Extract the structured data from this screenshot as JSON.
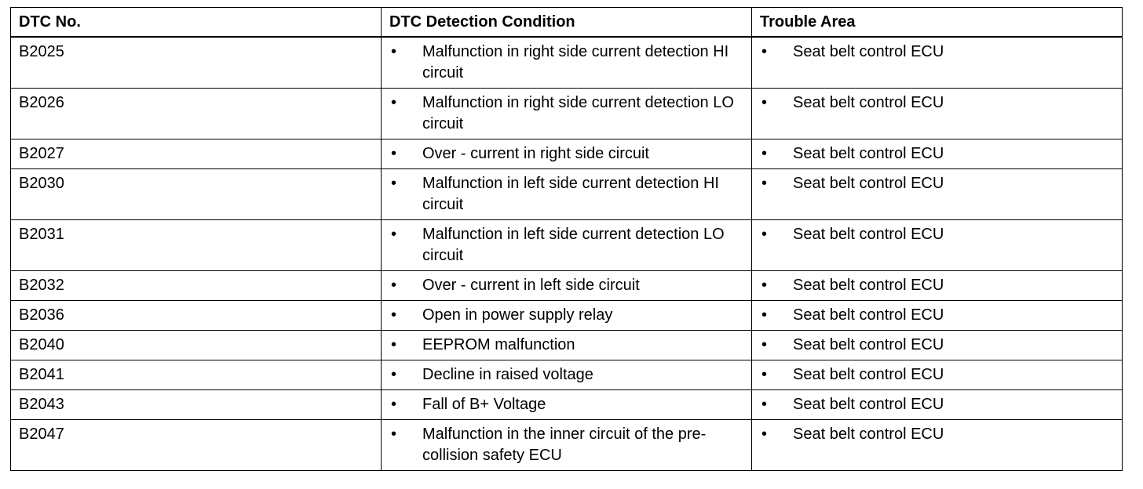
{
  "table": {
    "headers": [
      "DTC No.",
      "DTC Detection Condition",
      "Trouble Area"
    ],
    "rows": [
      {
        "code": "B2025",
        "condition": "Malfunction in right side current detection HI circuit",
        "area": "Seat belt control ECU"
      },
      {
        "code": "B2026",
        "condition": "Malfunction in right side current detection LO circuit",
        "area": "Seat belt control ECU"
      },
      {
        "code": "B2027",
        "condition": "Over - current in right side circuit",
        "area": "Seat belt control ECU"
      },
      {
        "code": "B2030",
        "condition": "Malfunction in left side current detection HI circuit",
        "area": "Seat belt control ECU"
      },
      {
        "code": "B2031",
        "condition": "Malfunction in left side current detection LO circuit",
        "area": "Seat belt control ECU"
      },
      {
        "code": "B2032",
        "condition": "Over - current in left side circuit",
        "area": "Seat belt control ECU"
      },
      {
        "code": "B2036",
        "condition": "Open in power supply relay",
        "area": "Seat belt control ECU"
      },
      {
        "code": "B2040",
        "condition": "EEPROM malfunction",
        "area": "Seat belt control ECU"
      },
      {
        "code": "B2041",
        "condition": "Decline in raised voltage",
        "area": "Seat belt control ECU"
      },
      {
        "code": "B2043",
        "condition": "Fall of B+ Voltage",
        "area": "Seat belt control ECU"
      },
      {
        "code": "B2047",
        "condition": "Malfunction in the inner circuit of the pre-collision safety ECU",
        "area": "Seat belt control ECU"
      }
    ],
    "bullet": "•"
  }
}
